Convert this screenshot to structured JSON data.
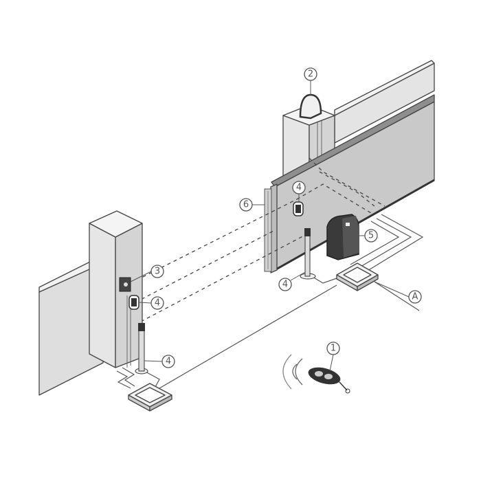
{
  "diagram": {
    "title": "Sliding gate automation installation layout",
    "callouts": {
      "remote": "1",
      "flashing_light": "2",
      "key_selector": "3",
      "photocell_right_wall": "4",
      "photocell_right_post": "4",
      "photocell_left_wall": "4",
      "photocell_left_post": "4",
      "motor": "5",
      "safety_edge": "6",
      "cable_route": "A"
    },
    "colors": {
      "wall_face": "#dcdcdc",
      "wall_light": "#eeeeee",
      "gate_panel": "#c8c8c8",
      "motor": "#3a3a3a",
      "line": "#444444"
    }
  }
}
